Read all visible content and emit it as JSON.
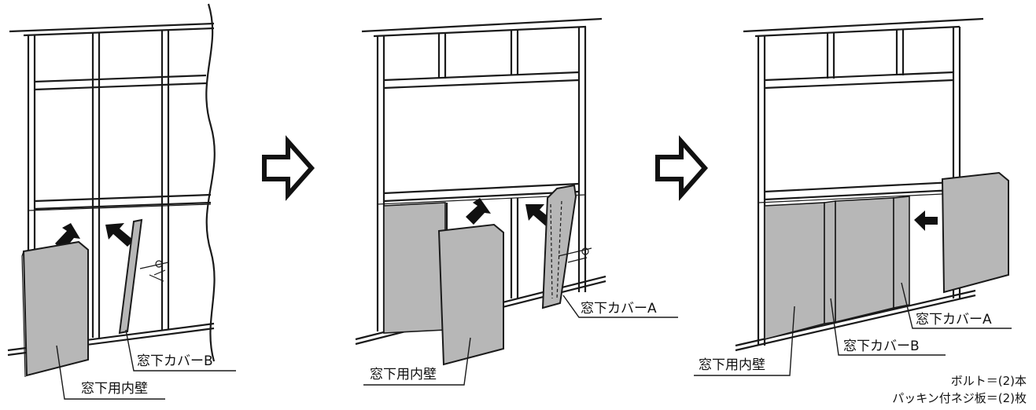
{
  "steps": [
    {
      "labels": {
        "inner_wall": "窓下用内壁",
        "cover_b": "窓下カバーB"
      }
    },
    {
      "labels": {
        "inner_wall": "窓下用内壁",
        "cover_a": "窓下カバーA"
      }
    },
    {
      "labels": {
        "inner_wall": "窓下用内壁",
        "cover_b": "窓下カバーB",
        "cover_a": "窓下カバーA"
      }
    }
  ],
  "notes": {
    "bolt": "ボルト＝(2)本",
    "packing": "パッキン付ネジ板＝(2)枚"
  },
  "colors": {
    "panel_fill": "#b7b7b7",
    "line": "#1a1a1a"
  },
  "icons": {
    "step_arrow": "right-outline-arrow",
    "move_arrow": "solid-arrow"
  }
}
